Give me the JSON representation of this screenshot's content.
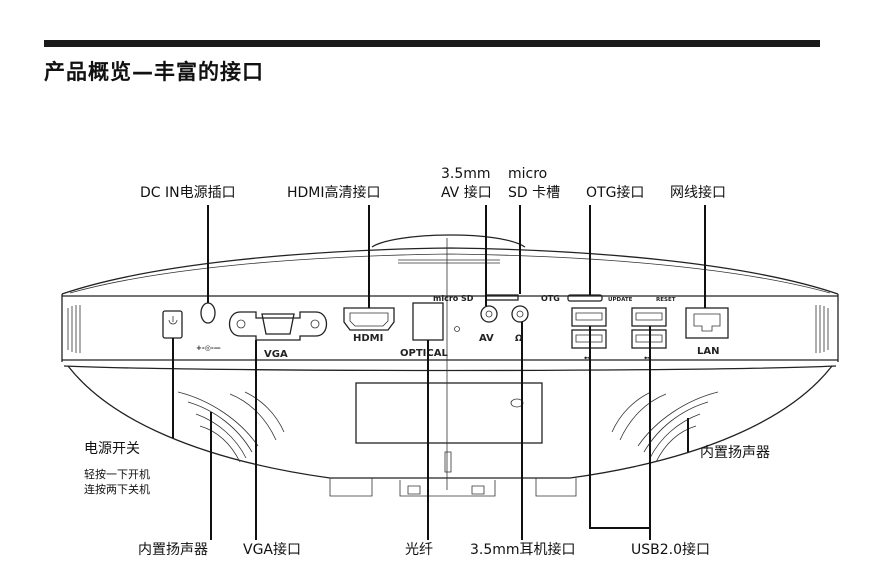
{
  "title": "产品概览—丰富的接口",
  "labels": {
    "dc_in": "DC IN电源插口",
    "hdmi": "HDMI高清接口",
    "av_line1": "3.5mm",
    "av_line2": "AV 接口",
    "sd_line1": "micro",
    "sd_line2": "SD 卡槽",
    "otg": "OTG接口",
    "lan": "网线接口",
    "power": "电源开关",
    "power_note1": "轻按一下开机",
    "power_note2": "连按两下关机",
    "speaker_right": "内置扬声器",
    "speaker_left": "内置扬声器",
    "vga": "VGA接口",
    "optical": "光纤",
    "earphone": "3.5mm耳机接口",
    "usb": "USB2.0接口"
  },
  "panel": {
    "vga": "VGA",
    "hdmi": "HDMI",
    "optical": "OPTICAL",
    "av": "AV",
    "micro_sd": "micro SD",
    "otg": "OTG",
    "update": "UPDATE",
    "reset": "RESET",
    "lan": "LAN"
  }
}
